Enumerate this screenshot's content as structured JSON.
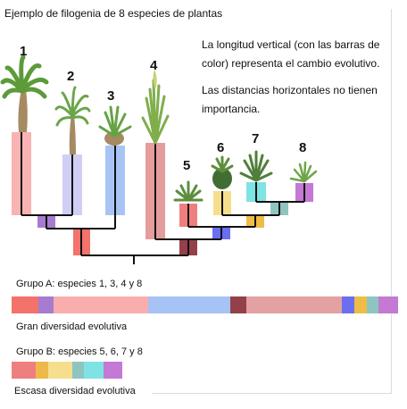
{
  "title": "Ejemplo de filogenia de 8 especies de plantas",
  "notes": {
    "vertical": "La longitud vertical (con las barras de color) representa el cambio evolutivo.",
    "horizontal": "Las distancias horizontales no tienen importancia."
  },
  "species": [
    "1",
    "2",
    "3",
    "4",
    "5",
    "6",
    "7",
    "8"
  ],
  "groups": [
    {
      "label": "Grupo A: especies 1, 3, 4 y 8",
      "caption": "Gran diversidad evolutiva",
      "segments": [
        {
          "color": "#f4726c",
          "length": 30
        },
        {
          "color": "#a77bcf",
          "length": 17
        },
        {
          "color": "#f9aeae",
          "length": 106
        },
        {
          "color": "#a7c2f4",
          "length": 92
        },
        {
          "color": "#94404a",
          "length": 18
        },
        {
          "color": "#e4a1a1",
          "length": 107
        },
        {
          "color": "#6a6ff0",
          "length": 14
        },
        {
          "color": "#eebd45",
          "length": 14
        },
        {
          "color": "#8fc5c1",
          "length": 13
        },
        {
          "color": "#c479d4",
          "length": 22
        }
      ]
    },
    {
      "label": "Grupo B: especies 5, 6, 7 y 8",
      "caption": "Escasa diversidad evolutiva",
      "segments": [
        {
          "color": "#ef7f7f",
          "length": 27
        },
        {
          "color": "#eeb84a",
          "length": 14
        },
        {
          "color": "#f5df8e",
          "length": 27
        },
        {
          "color": "#8fc5c1",
          "length": 13
        },
        {
          "color": "#7fe3e3",
          "length": 22
        },
        {
          "color": "#c479d4",
          "length": 21
        }
      ]
    }
  ]
}
